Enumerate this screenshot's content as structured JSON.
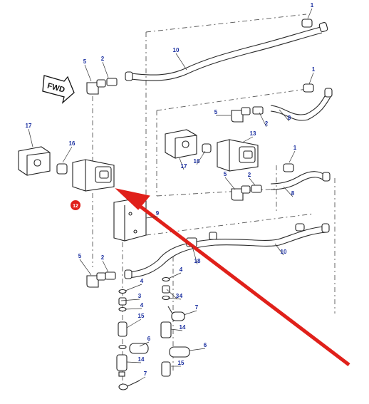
{
  "diagram": {
    "direction_label": "FWD",
    "highlight_label": "12",
    "colors": {
      "callout": "#1a2fa0",
      "arrow": "#e0201a",
      "highlight_badge": "#e0201a",
      "line": "#2a2a2a"
    },
    "callouts": [
      "1",
      "1",
      "1",
      "2",
      "2",
      "2",
      "2",
      "3",
      "3",
      "4",
      "4",
      "4",
      "4",
      "5",
      "5",
      "5",
      "5",
      "6",
      "6",
      "7",
      "7",
      "8",
      "8",
      "9",
      "10",
      "10",
      "13",
      "14",
      "14",
      "15",
      "15",
      "16",
      "16",
      "17",
      "17",
      "18"
    ]
  }
}
